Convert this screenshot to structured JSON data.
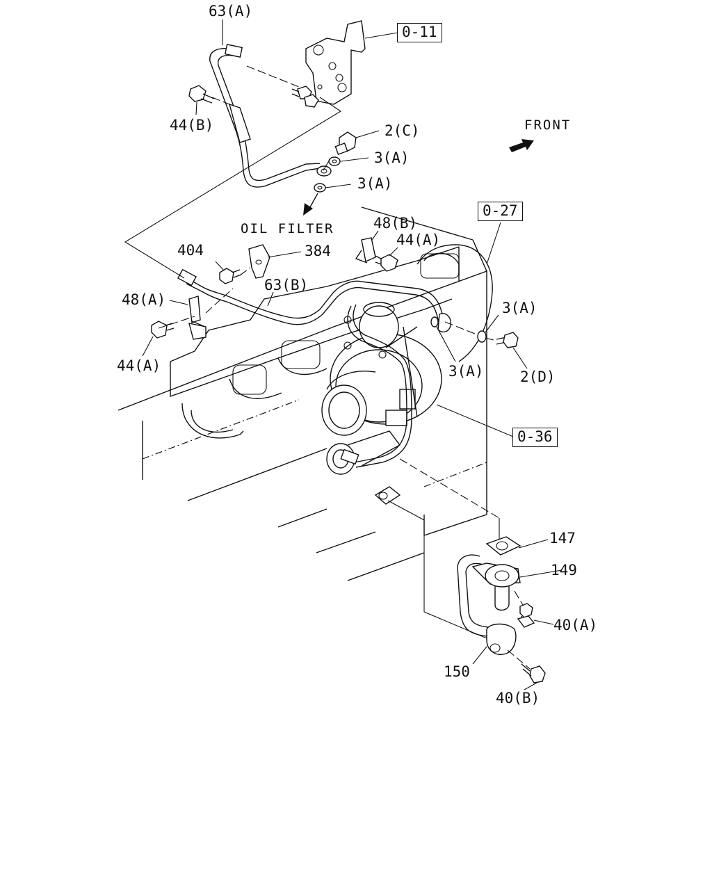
{
  "diagram": {
    "references": [
      "0-11",
      "0-27",
      "0-36"
    ],
    "labels": {
      "p63a": "63(A)",
      "p44b": "44(B)",
      "p2c": "2(C)",
      "p3a_1": "3(A)",
      "p3a_2": "3(A)",
      "oil_filter": "OIL FILTER",
      "p48b": "48(B)",
      "p44a_top": "44(A)",
      "p404": "404",
      "p384": "384",
      "p63b": "63(B)",
      "p48a": "48(A)",
      "p44a_left": "44(A)",
      "p3a_right": "3(A)",
      "p2d": "2(D)",
      "p3a_center": "3(A)",
      "p147": "147",
      "p149": "149",
      "p40a": "40(A)",
      "p150": "150",
      "p40b": "40(B)"
    },
    "front_label": "FRONT"
  }
}
